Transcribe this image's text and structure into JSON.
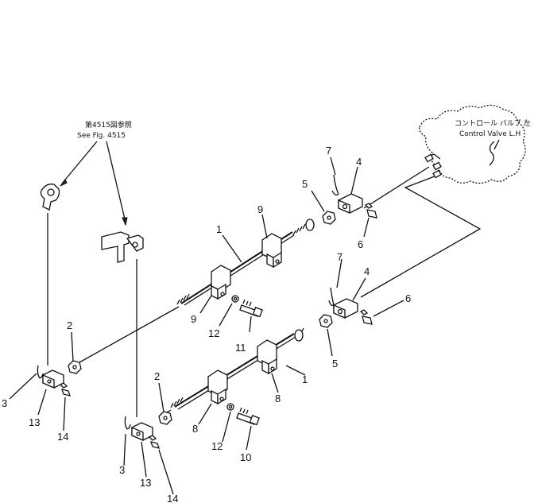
{
  "figure": {
    "reference_jp": "第4515図参照",
    "reference_en": "See Fig. 4515",
    "control_valve_jp": "コントロール バルブ 左",
    "control_valve_en": "Control Valve L.H"
  },
  "callouts": [
    {
      "id": "c1a",
      "label": "1"
    },
    {
      "id": "c1b",
      "label": "1"
    },
    {
      "id": "c2a",
      "label": "2"
    },
    {
      "id": "c2b",
      "label": "2"
    },
    {
      "id": "c3a",
      "label": "3"
    },
    {
      "id": "c3b",
      "label": "3"
    },
    {
      "id": "c4a",
      "label": "4"
    },
    {
      "id": "c4b",
      "label": "4"
    },
    {
      "id": "c5a",
      "label": "5"
    },
    {
      "id": "c5b",
      "label": "5"
    },
    {
      "id": "c6a",
      "label": "6"
    },
    {
      "id": "c6b",
      "label": "6"
    },
    {
      "id": "c7a",
      "label": "7"
    },
    {
      "id": "c7b",
      "label": "7"
    },
    {
      "id": "c8a",
      "label": "8"
    },
    {
      "id": "c8b",
      "label": "8"
    },
    {
      "id": "c9a",
      "label": "9"
    },
    {
      "id": "c9b",
      "label": "9"
    },
    {
      "id": "c10",
      "label": "10"
    },
    {
      "id": "c11",
      "label": "11"
    },
    {
      "id": "c12a",
      "label": "12"
    },
    {
      "id": "c12b",
      "label": "12"
    },
    {
      "id": "c13a",
      "label": "13"
    },
    {
      "id": "c13b",
      "label": "13"
    },
    {
      "id": "c14a",
      "label": "14"
    },
    {
      "id": "c14b",
      "label": "14"
    }
  ]
}
